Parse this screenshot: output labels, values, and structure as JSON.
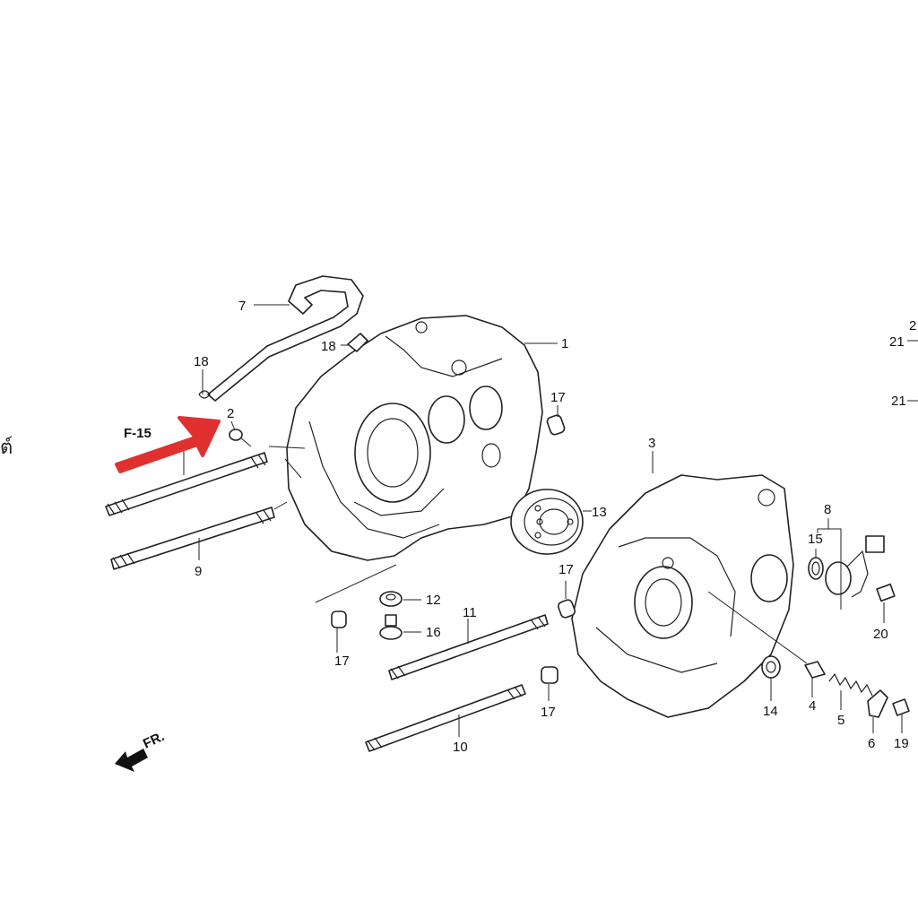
{
  "reference_label": "F-15",
  "front_label": "FR.",
  "edge_text": "ต์",
  "highlight_color": "#e03030",
  "callouts": {
    "p1": "1",
    "p2": "2",
    "p3": "3",
    "p4": "4",
    "p5": "5",
    "p6": "6",
    "p7": "7",
    "p8": "8",
    "p9": "9",
    "p10": "10",
    "p11": "11",
    "p12": "12",
    "p13": "13",
    "p14": "14",
    "p15": "15",
    "p16": "16",
    "p17a": "17",
    "p17b": "17",
    "p17c": "17",
    "p17d": "17",
    "p18a": "18",
    "p18b": "18",
    "p19": "19",
    "p20": "20",
    "p21a": "21",
    "p21b": "21",
    "p2edge": "2"
  }
}
